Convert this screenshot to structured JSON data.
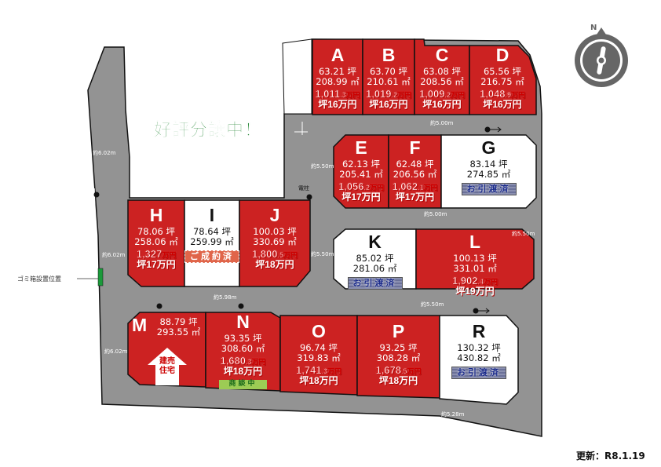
{
  "slogan": "好評分譲中！",
  "updated": "更新：R8.1.19",
  "compass_label": "N",
  "garbage_label": "ゴミ箱設置位置",
  "pole_label": "電柱",
  "colors": {
    "sold_red": "#cc2222",
    "road": "#939393",
    "slogan_green": "#2a8a3a"
  },
  "dimensions": [
    "約6.02m",
    "約6.02m",
    "約6.02m",
    "約5.50m",
    "約5.50m",
    "約5.00m",
    "約5.00m",
    "約5.00m",
    "約5.50m",
    "約5.50m",
    "約5.98m",
    "約5.28m"
  ],
  "lots": [
    {
      "id": "A",
      "tsubo": "63.21 坪",
      "sqm": "208.99 ㎡",
      "price_main": "1,011",
      "price_sub": ".3万円",
      "per_tsubo": "坪16万円",
      "status": "red"
    },
    {
      "id": "B",
      "tsubo": "63.70 坪",
      "sqm": "210.61 ㎡",
      "price_main": "1,019",
      "price_sub": ".2万円",
      "per_tsubo": "坪16万円",
      "status": "red"
    },
    {
      "id": "C",
      "tsubo": "63.08 坪",
      "sqm": "208.56 ㎡",
      "price_main": "1,009",
      "price_sub": ".2万円",
      "per_tsubo": "坪16万円",
      "status": "red"
    },
    {
      "id": "D",
      "tsubo": "65.56 坪",
      "sqm": "216.75 ㎡",
      "price_main": "1,048",
      "price_sub": ".9万円",
      "per_tsubo": "坪16万円",
      "status": "red"
    },
    {
      "id": "E",
      "tsubo": "62.13 坪",
      "sqm": "205.41 ㎡",
      "price_main": "1,056",
      "price_sub": ".2万円",
      "per_tsubo": "坪17万円",
      "status": "red"
    },
    {
      "id": "F",
      "tsubo": "62.48 坪",
      "sqm": "206.56 ㎡",
      "price_main": "1,062",
      "price_sub": ".1万円",
      "per_tsubo": "坪17万円",
      "status": "red"
    },
    {
      "id": "G",
      "tsubo": "83.14 坪",
      "sqm": "274.85 ㎡",
      "badge": "お引渡済",
      "badge_type": "handed",
      "status": "white"
    },
    {
      "id": "H",
      "tsubo": "78.06 坪",
      "sqm": "258.06 ㎡",
      "price_main": "1,327",
      "price_sub": "万円",
      "per_tsubo": "坪17万円",
      "status": "red"
    },
    {
      "id": "I",
      "tsubo": "78.64 坪",
      "sqm": "259.99 ㎡",
      "badge": "ご成約済",
      "badge_type": "sold",
      "status": "white"
    },
    {
      "id": "J",
      "tsubo": "100.03 坪",
      "sqm": "330.69 ㎡",
      "price_main": "1,800",
      "price_sub": ".5万円",
      "per_tsubo": "坪18万円",
      "status": "red"
    },
    {
      "id": "K",
      "tsubo": "85.02 坪",
      "sqm": "281.06 ㎡",
      "badge": "お引渡済",
      "badge_type": "handed",
      "status": "white"
    },
    {
      "id": "L",
      "tsubo": "100.13 坪",
      "sqm": "331.01 ㎡",
      "price_main": "1,902",
      "price_sub": ".4万円",
      "per_tsubo": "坪19万円",
      "status": "red"
    },
    {
      "id": "M",
      "tsubo": "88.79 坪",
      "sqm": "293.55 ㎡",
      "house_label_1": "建売",
      "house_label_2": "住宅",
      "status": "red"
    },
    {
      "id": "N",
      "tsubo": "93.35 坪",
      "sqm": "308.60 ㎡",
      "price_main": "1,680",
      "price_sub": ".3万円",
      "per_tsubo": "坪18万円",
      "badge": "商談中",
      "badge_type": "nego",
      "status": "red"
    },
    {
      "id": "O",
      "tsubo": "96.74 坪",
      "sqm": "319.83 ㎡",
      "price_main": "1,741",
      "price_sub": ".3万円",
      "per_tsubo": "坪18万円",
      "status": "red"
    },
    {
      "id": "P",
      "tsubo": "93.25 坪",
      "sqm": "308.28 ㎡",
      "price_main": "1,678",
      "price_sub": ".5万円",
      "per_tsubo": "坪18万円",
      "status": "red"
    },
    {
      "id": "R",
      "tsubo": "130.32 坪",
      "sqm": "430.82 ㎡",
      "badge": "お引渡済",
      "badge_type": "handed",
      "status": "white"
    }
  ]
}
